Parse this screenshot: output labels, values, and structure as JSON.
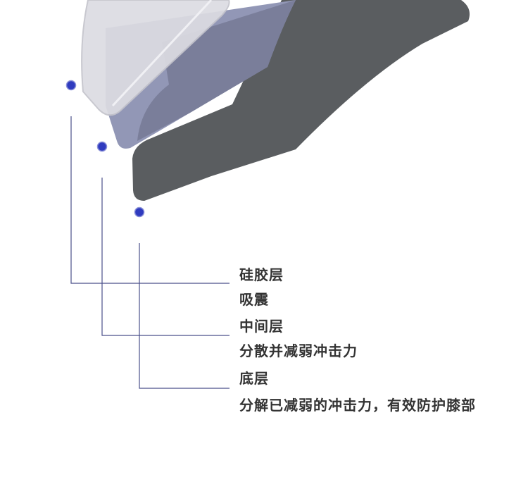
{
  "layers": [
    {
      "name": "硅胶层",
      "description": "吸震"
    },
    {
      "name": "中间层",
      "description": "分散并减弱冲击力"
    },
    {
      "name": "底层",
      "description": "分解已减弱的冲击力，有效防护膝部"
    }
  ],
  "colors": {
    "dot": "#2f3bbf",
    "leader_line": "#4a4f8a",
    "silicone_layer": "#d8d8dc",
    "middle_layer": "#8f93b3",
    "middle_layer_dark": "#7a7d98",
    "bottom_layer": "#5a5d60",
    "text": "#333333"
  }
}
